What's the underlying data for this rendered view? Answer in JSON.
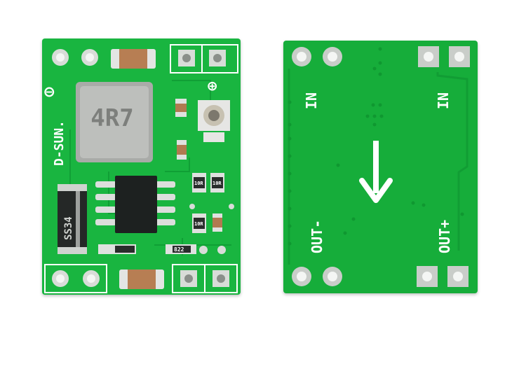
{
  "front_board": {
    "brand_text": "D-SUN.",
    "minus_symbol": "⊖",
    "plus_symbol": "⊕",
    "inductor_marking": "4R7",
    "diode_marking": "SS34",
    "resistor_markings": [
      "10R",
      "10R",
      "10R",
      "822"
    ],
    "pcb_color": "#19b540"
  },
  "back_board": {
    "in_left": "IN",
    "in_right": "IN",
    "out_minus": "OUT-",
    "out_plus": "OUT+",
    "arrow_direction": "down",
    "pcb_color": "#16ad3a"
  }
}
